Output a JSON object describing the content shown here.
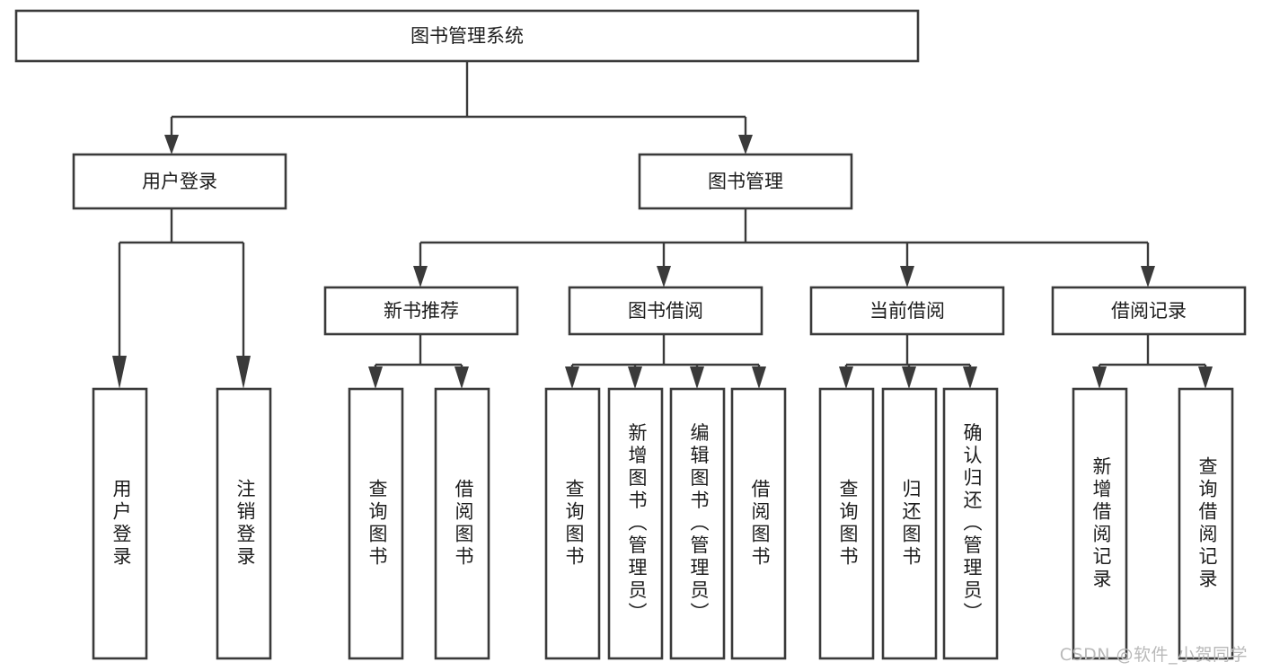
{
  "diagram": {
    "type": "tree",
    "title": "图书管理系统",
    "orientation": "top-down",
    "style": {
      "box_fill": "#ffffff",
      "box_stroke": "#3a3a3a",
      "connector_color": "#3a3a3a",
      "text_color": "#1c1c1c",
      "background": "#ffffff"
    },
    "root": {
      "label": "图书管理系统"
    },
    "level2": [
      {
        "label": "用户登录"
      },
      {
        "label": "图书管理"
      }
    ],
    "level3": [
      {
        "label": "新书推荐"
      },
      {
        "label": "图书借阅"
      },
      {
        "label": "当前借阅"
      },
      {
        "label": "借阅记录"
      }
    ],
    "leaves": {
      "user_login": [
        {
          "label": "用户登录"
        },
        {
          "label": "注销登录"
        }
      ],
      "new_book_recommend": [
        {
          "label": "查询图书"
        },
        {
          "label": "借阅图书"
        }
      ],
      "book_borrow": [
        {
          "label": "查询图书"
        },
        {
          "label": "新增图书（管理员）"
        },
        {
          "label": "编辑图书（管理员）"
        },
        {
          "label": "借阅图书"
        }
      ],
      "current_borrow": [
        {
          "label": "查询图书"
        },
        {
          "label": "归还图书"
        },
        {
          "label": "确认归还（管理员）"
        }
      ],
      "borrow_record": [
        {
          "label": "新增借阅记录"
        },
        {
          "label": "查询借阅记录"
        }
      ]
    }
  },
  "watermark": {
    "text": "CSDN @软件_小贺同学"
  }
}
